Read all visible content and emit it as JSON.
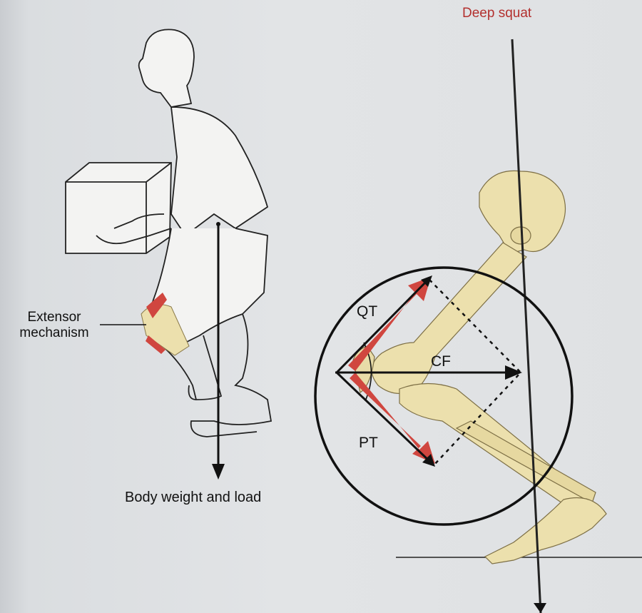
{
  "figure": {
    "left_panel": {
      "extensor_label": "Extensor\nmechanism",
      "extensor_label_line1": "Extensor",
      "extensor_label_line2": "mechanism",
      "load_label": "Body weight and load"
    },
    "right_panel": {
      "title": "Deep squat",
      "quad_tendon_label": "QT",
      "compressive_force_label": "CF",
      "patellar_tendon_label": "PT"
    }
  },
  "colors": {
    "title_red": "#b3302e",
    "force_red": "#d0463f",
    "bone": "#ece0ad",
    "line": "#111111"
  }
}
